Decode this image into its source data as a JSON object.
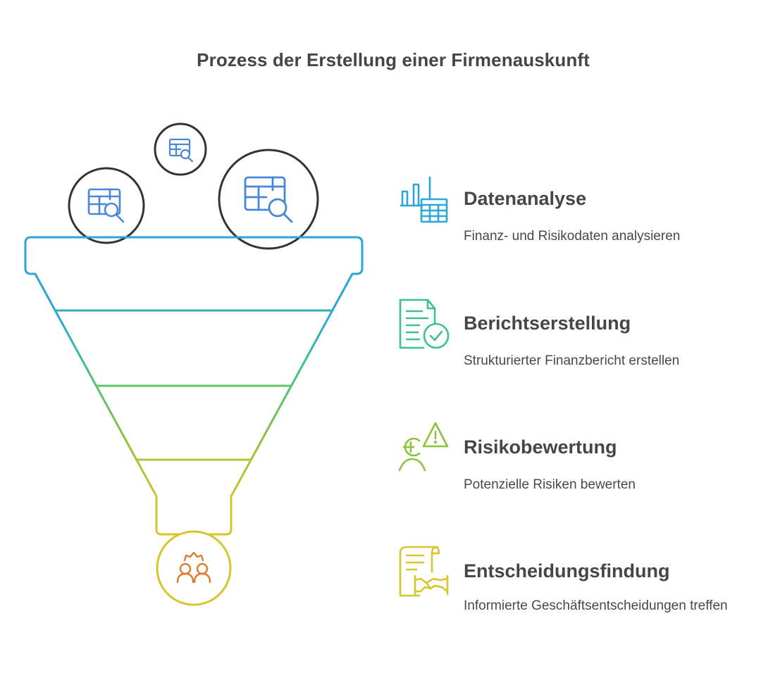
{
  "title": "Prozess der Erstellung einer Firmenauskunft",
  "colors": {
    "stage1": "#2aa6d9",
    "stage2": "#3cc28a",
    "stage3": "#8dc13f",
    "stage4": "#d7c52b",
    "output_icon": "#e07b30",
    "bubble_icon": "#4a86d8",
    "bubble_stroke": "#333333"
  },
  "funnel": {
    "input_bubbles": [
      "table-search-icon",
      "table-search-icon",
      "table-search-icon"
    ],
    "output_icon": "team-gear-icon"
  },
  "stages": [
    {
      "title": "Datenanalyse",
      "description": "Finanz- und Risikodaten analysieren",
      "icon": "chart-table-icon"
    },
    {
      "title": "Berichtserstellung",
      "description": "Strukturierter Finanzbericht erstellen",
      "icon": "report-check-icon"
    },
    {
      "title": "Risikobewertung",
      "description": "Potenzielle Risiken bewerten",
      "icon": "person-warning-icon"
    },
    {
      "title": "Entscheidungsfindung",
      "description": "Informierte Geschäftsentscheidungen treffen",
      "icon": "contract-handshake-icon"
    }
  ]
}
